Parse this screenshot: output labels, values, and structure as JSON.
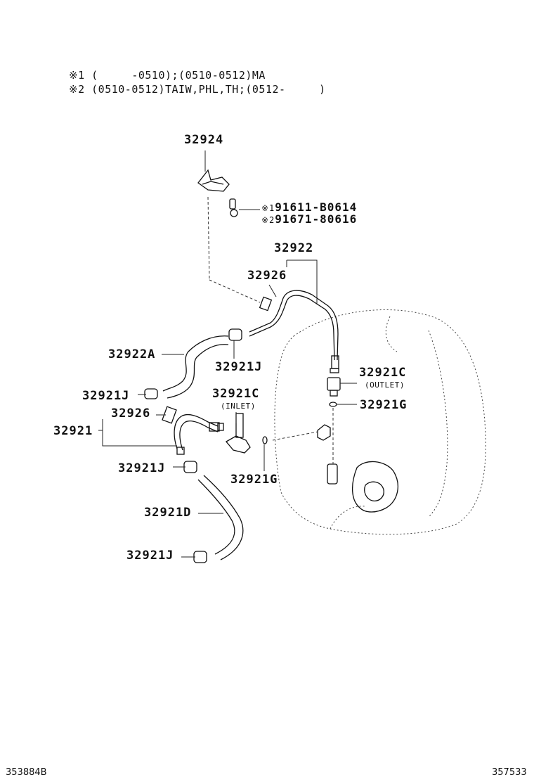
{
  "notes": {
    "note1_mark": "※1",
    "note1_text": "(     -0510);(0510-0512)MA",
    "note2_mark": "※2",
    "note2_text": "(0510-0512)TAIW,PHL,TH;(0512-     )"
  },
  "parts": {
    "p32924": "32924",
    "bolt1_mark": "※1",
    "bolt1": "91611-B0614",
    "bolt2_mark": "※2",
    "bolt2": "91671-80616",
    "p32922": "32922",
    "p32926_top": "32926",
    "p32922A": "32922A",
    "p32921J_top": "32921J",
    "p32921C_outlet": "32921C",
    "outlet": "(OUTLET)",
    "p32921J_left": "32921J",
    "p32921C_inlet": "32921C",
    "inlet": "(INLET)",
    "p32921G_right": "32921G",
    "p32926_mid": "32926",
    "p32921": "32921",
    "p32921J_mid": "32921J",
    "p32921G_low": "32921G",
    "p32921D": "32921D",
    "p32921J_bottom": "32921J"
  },
  "footer": {
    "left_id": "353884B",
    "right_id": "357533"
  }
}
